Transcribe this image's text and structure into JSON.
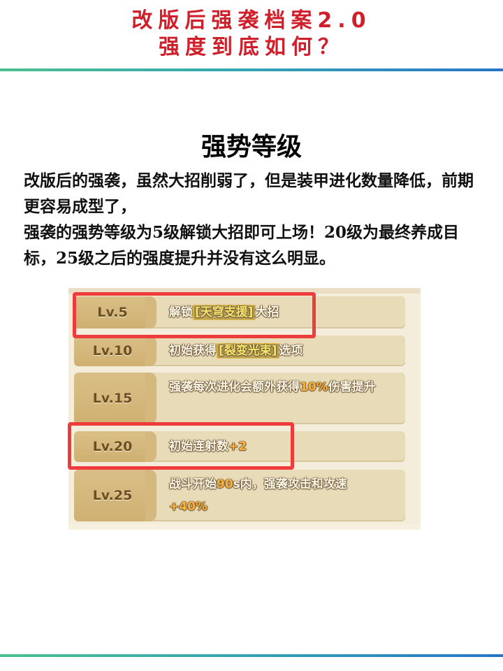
{
  "header": {
    "title_line1": "改版后强袭档案2.0",
    "title_line2": "强度到底如何？"
  },
  "section": {
    "title": "强势等级",
    "paragraph1": "改版后的强袭，虽然大招削弱了，但是装甲进化数量降低，前期更容易成型了，",
    "paragraph2": "强袭的强势等级为5级解锁大招即可上场！20级为最终养成目标，25级之后的强度提升并没有这么明显。"
  },
  "levels": [
    {
      "level": "Lv.5",
      "prefix": "解锁",
      "highlight": "[天穹支援]",
      "suffix": "大招",
      "boxed": true
    },
    {
      "level": "Lv.10",
      "prefix": "初始获得",
      "highlight": "[裂变光束]",
      "suffix": "选项",
      "boxed": false
    },
    {
      "level": "Lv.15",
      "prefix": "强袭每次进化会额外获得",
      "highlight": "10%",
      "suffix": "伤害提升",
      "boxed": false
    },
    {
      "level": "Lv.20",
      "prefix": "初始连射数",
      "highlight": "+2",
      "suffix": "",
      "boxed": true
    },
    {
      "level": "Lv.25",
      "prefix": "战斗开始",
      "highlight": "90",
      "middle": "s内，强袭攻击和攻速",
      "highlight2": "+40%",
      "suffix": "",
      "boxed": false
    }
  ],
  "colors": {
    "title_red": "#cf1f2a",
    "highlight_box": "#ee3b3b",
    "accent_orange": "#ffb23a",
    "accent_yellow": "#f6e36a"
  }
}
